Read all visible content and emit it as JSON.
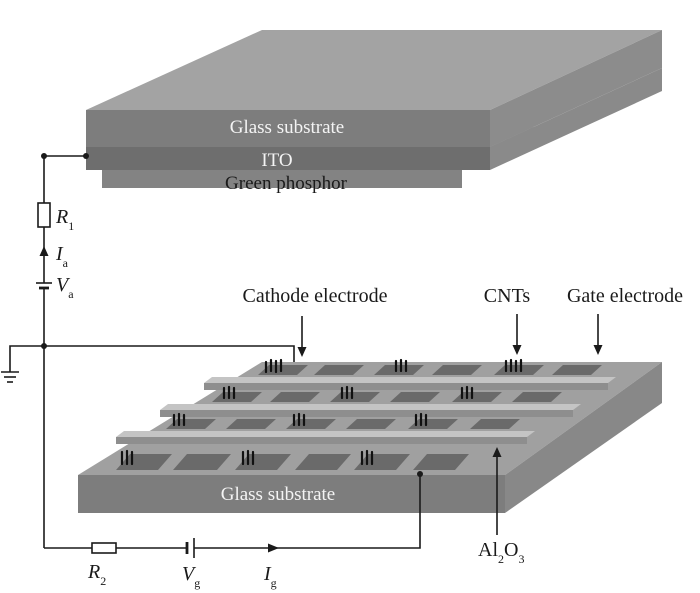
{
  "labels": {
    "top_glass": "Glass substrate",
    "ito": "ITO",
    "phosphor": "Green phosphor",
    "bottom_glass": "Glass substrate",
    "cathode_electrode": "Cathode electrode",
    "cnts": "CNTs",
    "gate_electrode": "Gate electrode"
  },
  "symbols": {
    "r1_base": "R",
    "r1_sub": "1",
    "ia_base": "I",
    "ia_sub": "a",
    "va_base": "V",
    "va_sub": "a",
    "r2_base": "R",
    "r2_sub": "2",
    "vg_base": "V",
    "vg_sub": "g",
    "ig_base": "I",
    "ig_sub": "g",
    "al2o3_a": "Al",
    "al2o3_2": "2",
    "al2o3_o": "O",
    "al2o3_3": "3"
  }
}
